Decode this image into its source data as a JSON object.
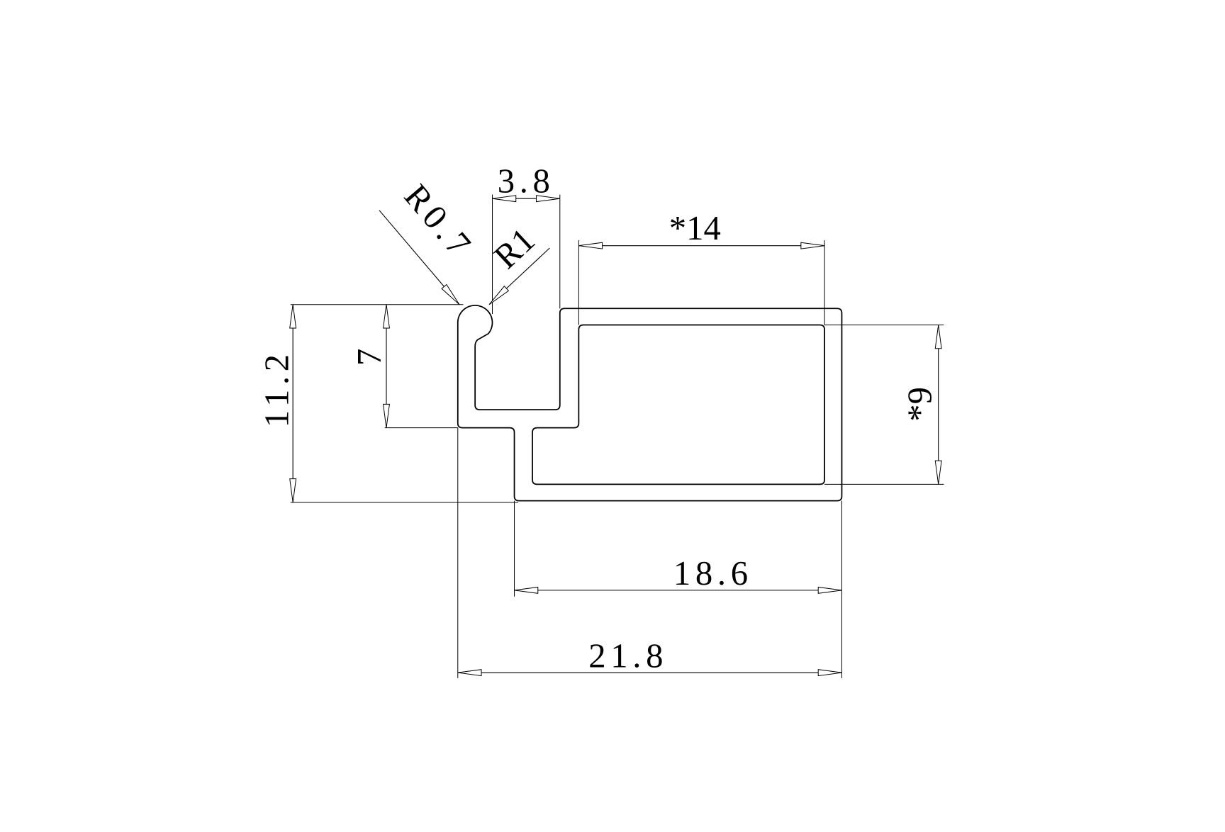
{
  "drawing": {
    "type": "aluminium profile cross-section",
    "dimensions": {
      "overall_height": "11.2",
      "channel_height": "7",
      "slot_width": "3.8",
      "radius_bulb": "R0.7",
      "radius_tip": "R1",
      "cavity_width": "*14",
      "cavity_height": "*9",
      "box_width": "18.6",
      "overall_width": "21.8"
    },
    "line_color": "#000000",
    "background_color": "#ffffff"
  }
}
